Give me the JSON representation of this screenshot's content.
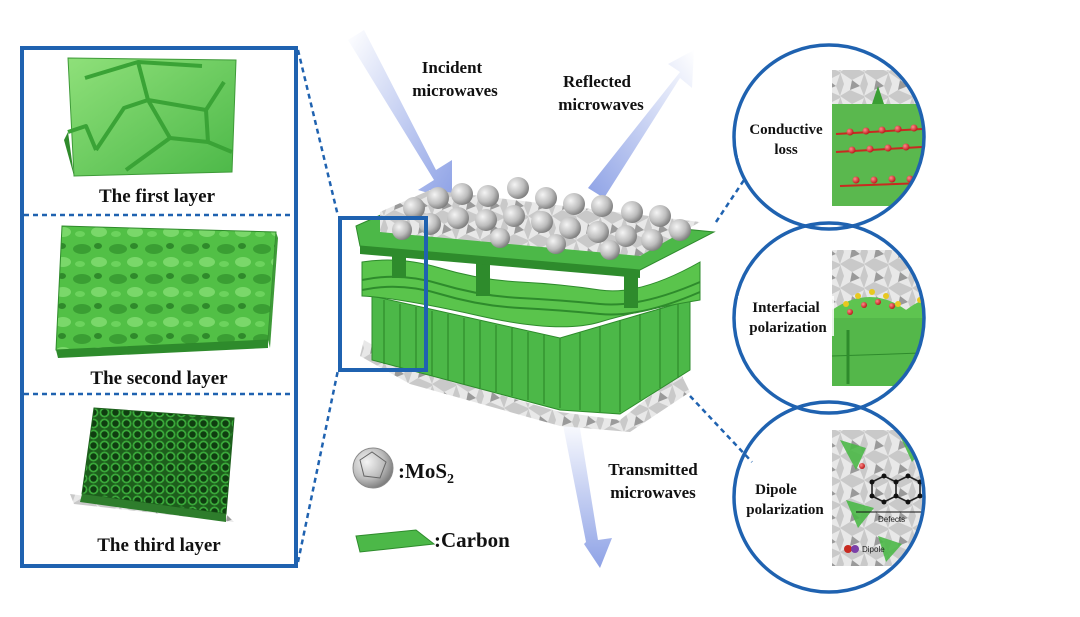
{
  "labels": {
    "incident_line1": "Incident",
    "incident_line2": "microwaves",
    "reflected_line1": "Reflected",
    "reflected_line2": "microwaves",
    "transmitted_line1": "Transmitted",
    "transmitted_line2": "microwaves"
  },
  "layers": [
    {
      "caption": "The first layer"
    },
    {
      "caption": "The second layer"
    },
    {
      "caption": "The third layer"
    }
  ],
  "legend": {
    "mos2": ":MoS",
    "mos2_subscript": "2",
    "carbon": ":Carbon"
  },
  "mechanisms": {
    "conductive_line1": "Conductive",
    "conductive_line2": "loss",
    "interfacial_line1": "Interfacial",
    "interfacial_line2": "polarization",
    "dipole_line1": "Dipole",
    "dipole_line2": "polarization",
    "defects_tag": "Defects",
    "dipole_tag": "Dipole"
  },
  "colors": {
    "frame_blue": "#1f62b0",
    "carbon_green": "#4cb848",
    "carbon_dark": "#2e8b2c",
    "mos2_gray": "#c8c8c8",
    "arrow_blue": "#8fa3e6",
    "charge_red": "#d32020"
  }
}
